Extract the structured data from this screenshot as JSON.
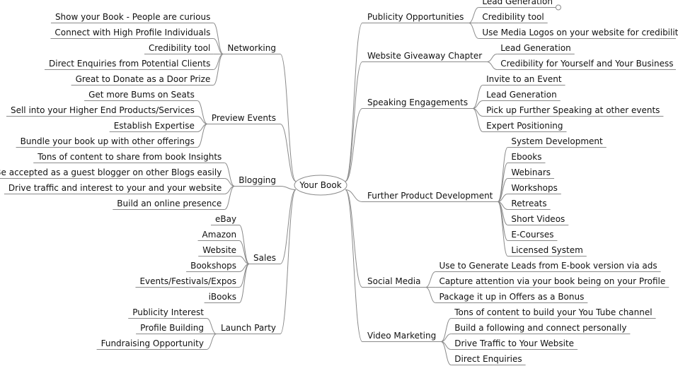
{
  "center": "Your Book",
  "left": [
    {
      "label": "Networking",
      "children": [
        "Show your Book - People are curious",
        "Connect with High Profile Individuals",
        "Credibility tool",
        "Direct Enquiries from Potential Clients",
        "Great to Donate as a Door Prize"
      ]
    },
    {
      "label": "Preview Events",
      "children": [
        "Get more Bums on Seats",
        "Sell into your Higher End Products/Services",
        "Establish Expertise",
        "Bundle your book up with other offerings"
      ]
    },
    {
      "label": "Blogging",
      "children": [
        "Tons of content to share from book Insights",
        "Be accepted as a guest blogger on other Blogs easily",
        "Drive traffic and interest to your and your website",
        "Build an online presence"
      ]
    },
    {
      "label": "Sales",
      "children": [
        "eBay",
        "Amazon",
        "Website",
        "Bookshops",
        "Events/Festivals/Expos",
        "iBooks"
      ]
    },
    {
      "label": "Launch Party",
      "children": [
        "Publicity Interest",
        "Profile Building",
        "Fundraising Opportunity"
      ]
    }
  ],
  "right": [
    {
      "label": "Publicity Opportunities",
      "children": [
        "Lead Generation",
        "Credibility tool",
        "Use Media Logos on your website for credibility"
      ]
    },
    {
      "label": "Website Giveaway Chapter",
      "children": [
        "Lead Generation",
        "Credibility for Yourself and Your Business"
      ]
    },
    {
      "label": "Speaking Engagements",
      "children": [
        "Invite to an Event",
        "Lead Generation",
        "Pick up Further Speaking at other events",
        "Expert Positioning"
      ]
    },
    {
      "label": "Further Product Development",
      "children": [
        "System Development",
        "Ebooks",
        "Webinars",
        "Workshops",
        "Retreats",
        "Short Videos",
        "E-Courses",
        "Licensed System"
      ]
    },
    {
      "label": "Social Media",
      "children": [
        "Use to Generate Leads from E-book version via ads",
        "Capture attention via your book being on your Profile",
        "Package it up in Offers as a Bonus"
      ]
    },
    {
      "label": "Video Marketing",
      "children": [
        "Tons of content to build your You Tube channel",
        "Build a following and connect personally",
        "Drive Traffic to Your Website",
        "Direct Enquiries"
      ]
    }
  ]
}
